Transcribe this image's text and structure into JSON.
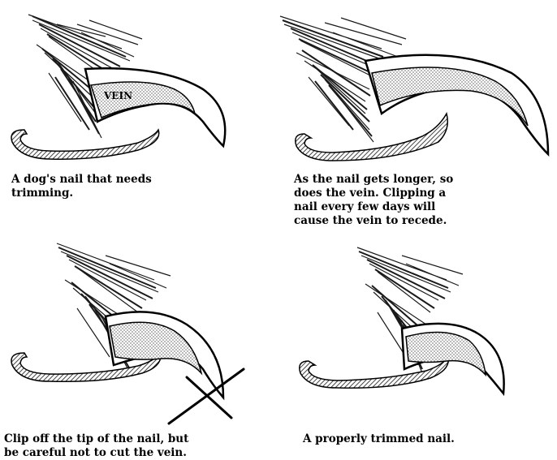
{
  "panels": [
    {
      "caption": "A dog's nail that needs\ntrimming.",
      "label": "VEIN"
    },
    {
      "caption": "As the nail gets longer, so\ndoes the vein.  Clipping a\nnail every few days will\ncause the vein to recede."
    },
    {
      "caption": "Clip off the tip of the nail, but\nbe careful not to cut the vein."
    },
    {
      "caption": "A properly trimmed nail."
    }
  ],
  "colors": {
    "ink": "#000000",
    "vein_fill": "#d9d9d9",
    "fur": "#1a1a1a",
    "pad_hatch": "#555555"
  },
  "icons": [
    "fur-illustration",
    "paw-pad-illustration",
    "nail-illustration",
    "vein-illustration",
    "cut-mark"
  ]
}
